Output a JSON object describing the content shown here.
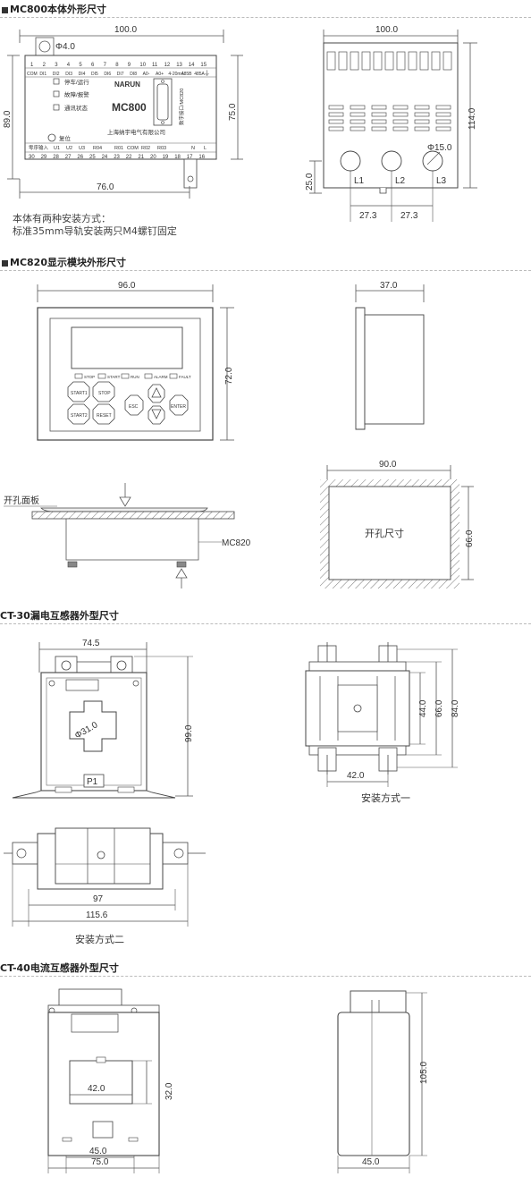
{
  "sections": [
    {
      "title": "MC800本体外形尺寸"
    },
    {
      "title": "MC820显示模块外形尺寸"
    },
    {
      "title": "CT-30漏电互感器外型尺寸"
    },
    {
      "title": "CT-40电流互感器外型尺寸"
    }
  ],
  "mc800": {
    "dims": {
      "width": "100.0",
      "height_left": "89.0",
      "height_right": "75.0",
      "bottom": "76.0",
      "hole": "Φ4.0",
      "side_width": "100.0",
      "side_height": "114.0",
      "hole_dia": "Φ15.0",
      "foot": "25.0",
      "pitch_a": "27.3",
      "pitch_b": "27.3"
    },
    "brand": "NARUN",
    "model": "MC800",
    "company": "上海纳宇电气有限公司",
    "vertical_label": "数字接口/MC820",
    "status": [
      "停车/运行",
      "故障/报警",
      "通讯状态"
    ],
    "reset": "复位",
    "top_terminal_nums": [
      "1",
      "2",
      "3",
      "4",
      "5",
      "6",
      "7",
      "8",
      "9",
      "10",
      "11",
      "12",
      "13",
      "14",
      "15"
    ],
    "top_terminal_labels": [
      "COM",
      "DI1",
      "DI2",
      "DI3",
      "DI4",
      "DI5",
      "DI6",
      "DI7",
      "DI8",
      "A0-",
      "A0+",
      "4-20mA",
      "485B",
      "485A"
    ],
    "bottom_terminal_nums": [
      "30",
      "29",
      "28",
      "27",
      "26",
      "25",
      "24",
      "23",
      "22",
      "21",
      "20",
      "19",
      "18",
      "17",
      "16"
    ],
    "bottom_group_labels": [
      "零序输入",
      "U1",
      "U2",
      "U3",
      "R04",
      "R01",
      "COM",
      "R02",
      "R03",
      "N",
      "L"
    ],
    "phases": [
      "L1",
      "L2",
      "L3"
    ],
    "note_line1": "本体有两种安装方式：",
    "note_line2": "标准35mm导轨安装两只M4螺钉固定"
  },
  "mc820": {
    "dims": {
      "width": "96.0",
      "height": "72.0",
      "depth": "37.0",
      "cut_width": "90.0",
      "cut_height": "66.0"
    },
    "leds": [
      "STOP",
      "START",
      "RUN",
      "ALARM",
      "FAULT"
    ],
    "keys": {
      "start1": "START1",
      "stop": "STOP",
      "start2": "START2",
      "reset": "RESET",
      "esc": "ESC",
      "enter": "ENTER"
    },
    "panel_label": "开孔面板",
    "module_label": "MC820",
    "cutout_label": "开孔尺寸"
  },
  "ct30": {
    "dims": {
      "width": "74.5",
      "height": "99.0",
      "window": "Φ31.0",
      "m1_w": "42.0",
      "m1_h1": "44.0",
      "m1_h2": "66.0",
      "m1_h3": "84.0",
      "m2_w1": "97",
      "m2_w2": "115.6"
    },
    "p1": "P1",
    "mount1": "安装方式一",
    "mount2": "安装方式二"
  },
  "ct40": {
    "dims": {
      "window_w": "42.0",
      "window_h": "32.0",
      "base": "45.0",
      "width": "75.0",
      "height": "105.0",
      "side_w": "45.0"
    }
  }
}
